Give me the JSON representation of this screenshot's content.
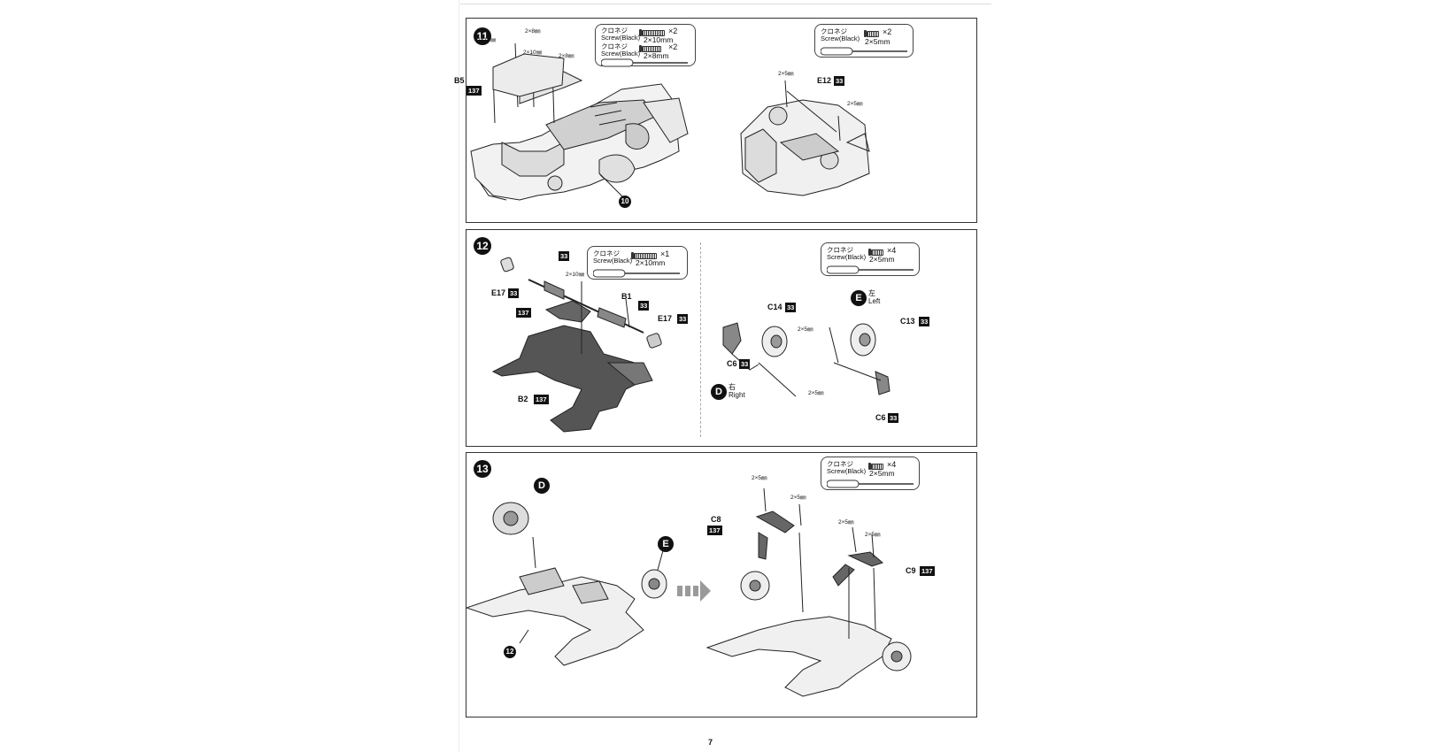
{
  "page_number": "7",
  "screw_jp": "クロネジ",
  "screw_en": "Screw(Black)",
  "steps": [
    {
      "number": "11",
      "left_box": {
        "lines": [
          {
            "qty": "×2",
            "size": "2×10mm"
          },
          {
            "qty": "×2",
            "size": "2×8mm"
          }
        ]
      },
      "right_box": {
        "lines": [
          {
            "qty": "×2",
            "size": "2×5mm"
          }
        ]
      },
      "labels": {
        "b5": "B5",
        "b5_tag": "137",
        "e12": "E12",
        "e12_tag": "33",
        "ref": "10"
      },
      "screw_marks": {
        "a": "2×10㎜",
        "b": "2×8㎜",
        "c": "2×10㎜",
        "d": "2×8㎜",
        "e": "2×5㎜",
        "f": "2×5㎜"
      }
    },
    {
      "number": "12",
      "left_box": {
        "lines": [
          {
            "qty": "×1",
            "size": "2×10mm"
          }
        ]
      },
      "right_box": {
        "lines": [
          {
            "qty": "×4",
            "size": "2×5mm"
          }
        ]
      },
      "labels": {
        "e17a": "E17",
        "e17a_tag": "33",
        "tag33a": "33",
        "b1": "B1",
        "b1_tag": "33",
        "tag137": "137",
        "e17b": "E17",
        "e17b_tag": "33",
        "b2": "B2",
        "b2_tag": "137",
        "c14": "C14",
        "c14_tag": "33",
        "c6a": "C6",
        "c6a_tag": "33",
        "c13": "C13",
        "c13_tag": "33",
        "c6b": "C6",
        "c6b_tag": "33"
      },
      "screw_marks": {
        "a": "2×10㎜",
        "b": "2×5㎜",
        "c": "2×5㎜"
      },
      "sides": {
        "e_letter": "E",
        "e_jp": "左",
        "e_en": "Left",
        "d_letter": "D",
        "d_jp": "右",
        "d_en": "Right"
      }
    },
    {
      "number": "13",
      "right_box": {
        "lines": [
          {
            "qty": "×4",
            "size": "2×5mm"
          }
        ]
      },
      "labels": {
        "d": "D",
        "e": "E",
        "ref": "12",
        "c8": "C8",
        "c8_tag": "137",
        "c9": "C9",
        "c9_tag": "137"
      },
      "screw_marks": {
        "a": "2×5㎜",
        "b": "2×5㎜",
        "c": "2×5㎜",
        "d": "2×5㎜"
      }
    }
  ]
}
